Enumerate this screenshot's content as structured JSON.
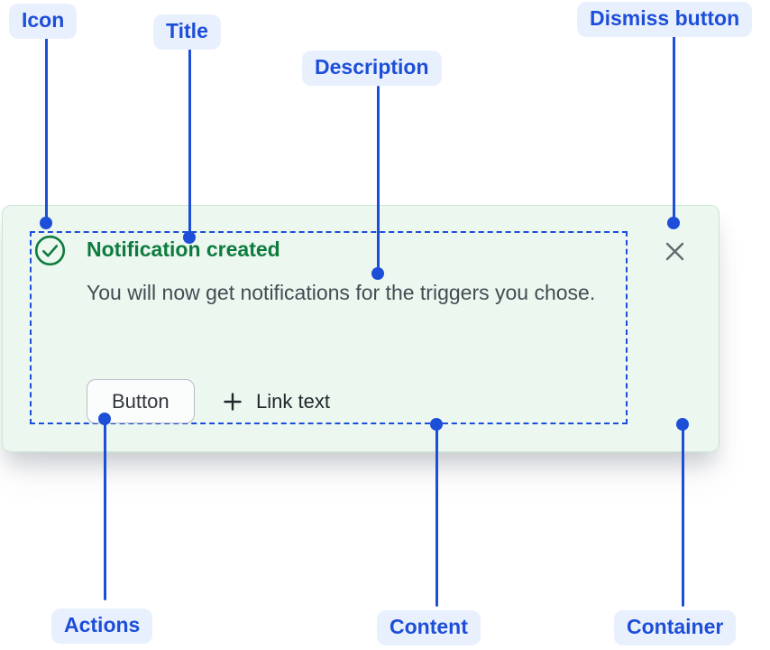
{
  "annotations": {
    "icon_label": "Icon",
    "title_label": "Title",
    "description_label": "Description",
    "dismiss_label": "Dismiss button",
    "actions_label": "Actions",
    "content_label": "Content",
    "container_label": "Container"
  },
  "notification": {
    "title": "Notification created",
    "description": "You will now get notifications for the triggers you chose.",
    "button_label": "Button",
    "link_label": "Link text"
  },
  "icons": {
    "status_icon": "check-circle-icon",
    "link_icon": "plus-icon",
    "dismiss_icon": "close-icon"
  },
  "colors": {
    "annotation_blue": "#1d4ed8",
    "annotation_pill_bg": "#e9f0fd",
    "success_green": "#0e7b3e",
    "container_bg": "#ecf7f0",
    "container_border": "#c9e7d3",
    "description_text": "#454b52",
    "dismiss_gray": "#64696f",
    "button_border": "#b8bec5"
  }
}
